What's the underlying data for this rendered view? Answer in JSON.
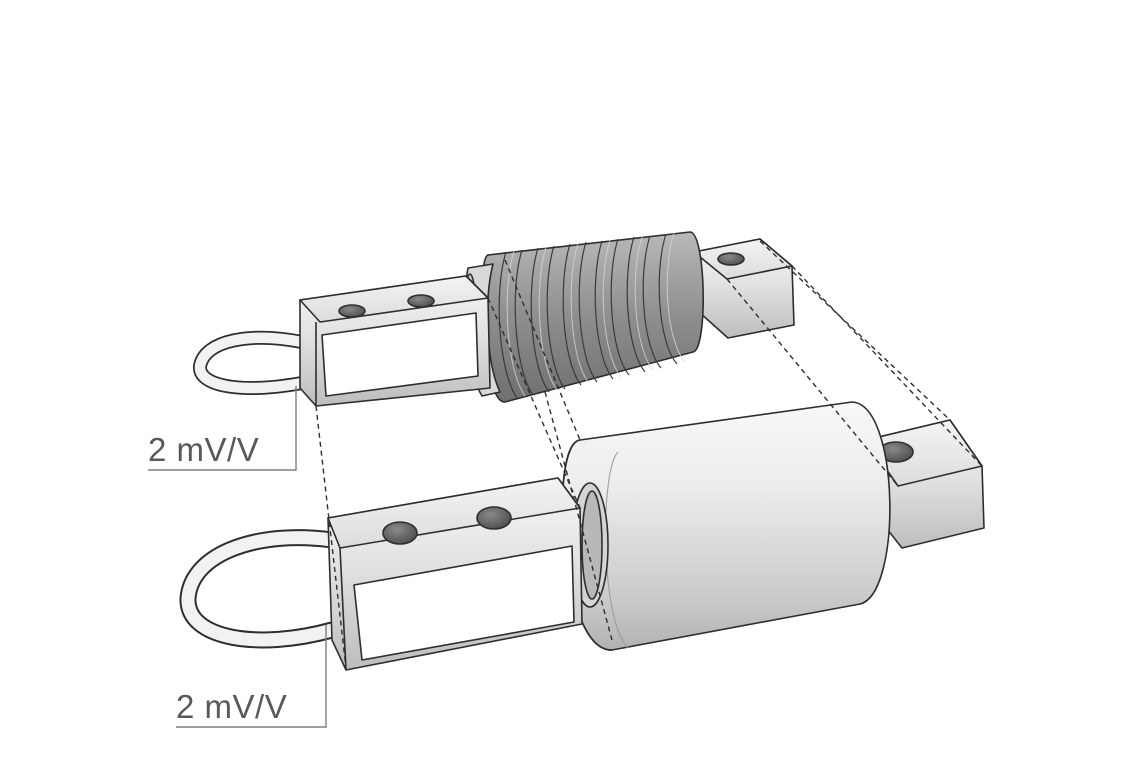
{
  "labels": {
    "top_sensor_output": "2 mV/V",
    "bottom_sensor_output": "2 mV/V"
  },
  "icons": {
    "top_component": "bellows-load-cell",
    "bottom_component": "cylindrical-shear-beam-load-cell"
  }
}
